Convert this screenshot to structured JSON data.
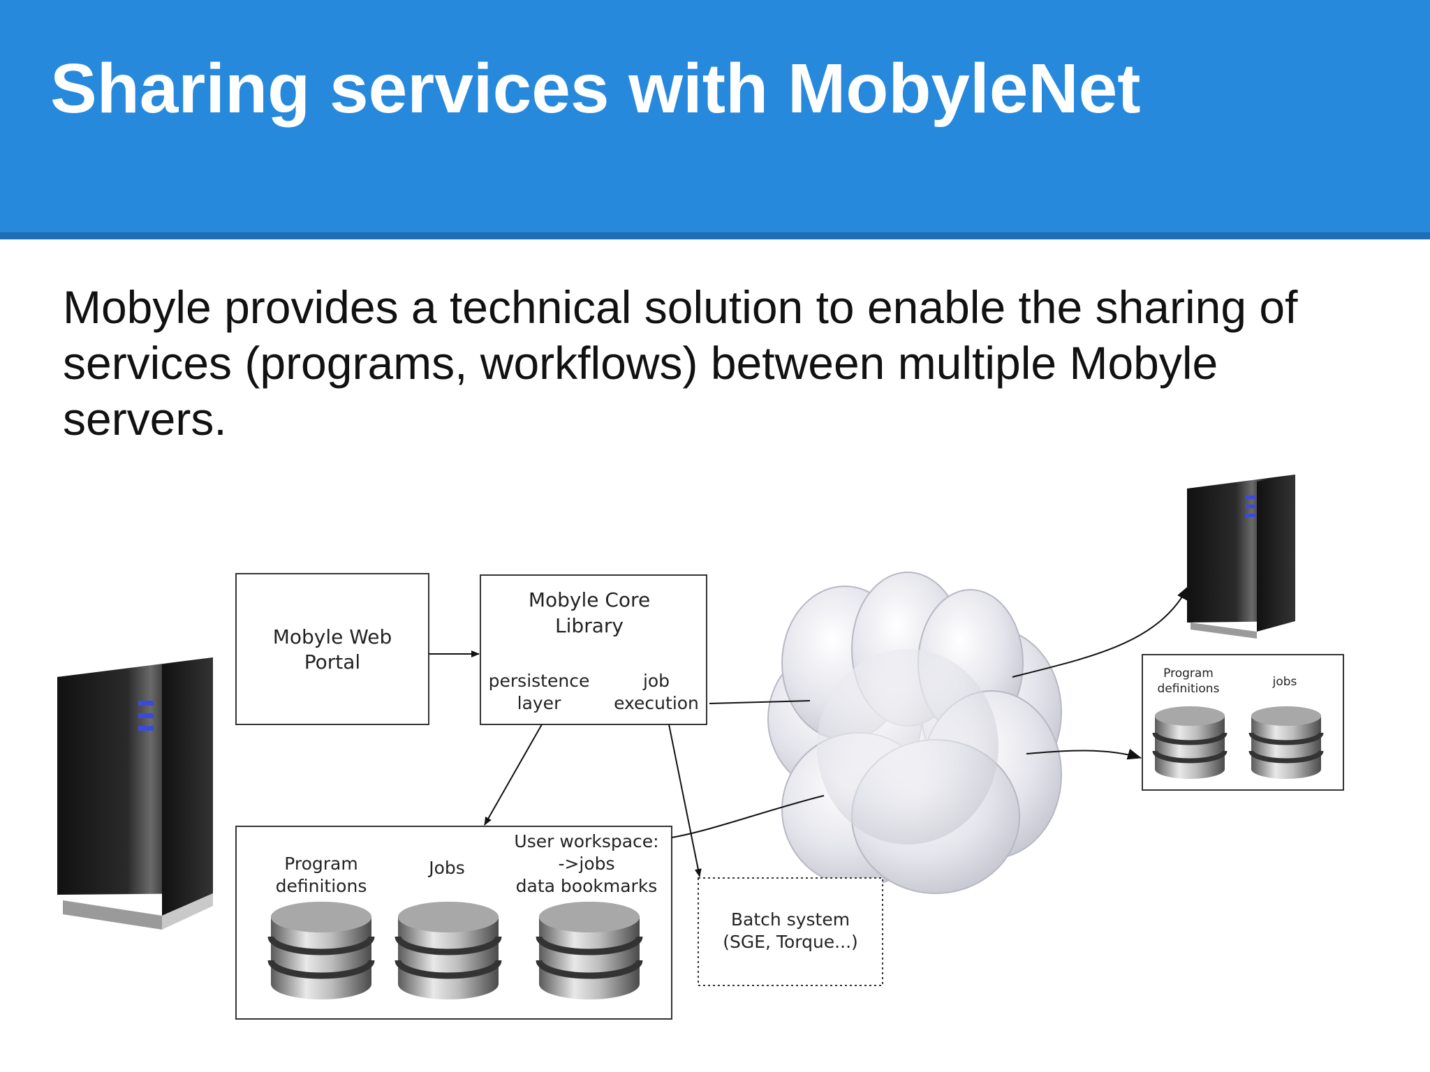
{
  "slide": {
    "title": "Sharing services with MobyleNet",
    "body_lines": [
      "Mobyle provides a technical solution to enable the sharing of",
      "services (programs, workflows) between multiple Mobyle",
      "servers."
    ]
  },
  "diagram": {
    "web_portal": [
      "Mobyle Web",
      "Portal"
    ],
    "core_library": [
      "Mobyle Core",
      "Library"
    ],
    "persistence_layer": [
      "persistence",
      "layer"
    ],
    "job_execution": [
      "job",
      "execution"
    ],
    "storage": {
      "program_definitions": [
        "Program",
        "definitions"
      ],
      "jobs": "Jobs",
      "user_workspace": [
        "User workspace:",
        "->jobs",
        "data bookmarks"
      ]
    },
    "batch_system": [
      "Batch system",
      "(SGE, Torque...)"
    ],
    "remote": {
      "program_definitions": [
        "Program",
        "definitions"
      ],
      "jobs": "jobs"
    }
  },
  "colors": {
    "header": "#2789dc",
    "header_border": "#1f6db2",
    "server_led": "#3a4bdc"
  }
}
